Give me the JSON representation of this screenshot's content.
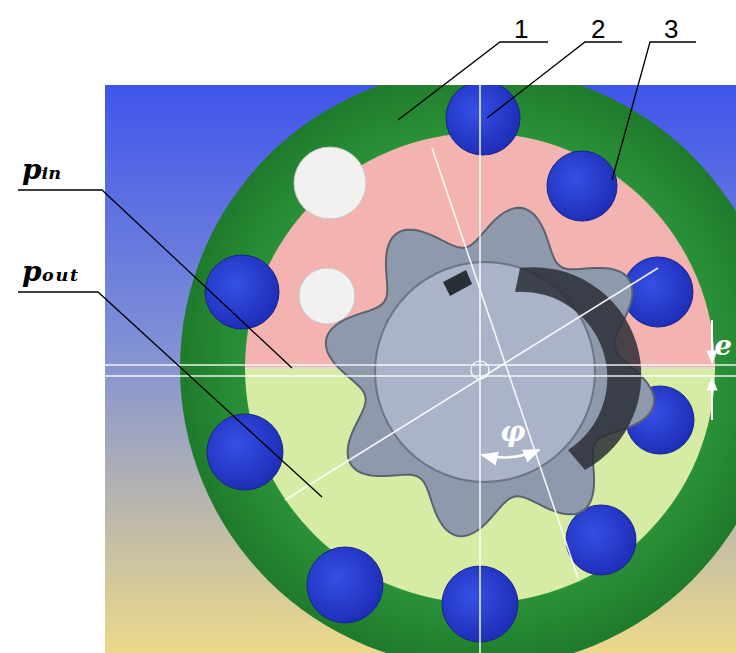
{
  "diagram": {
    "labels": [
      "1",
      "2",
      "3",
      "pᵢₙ",
      "pₒᵤₜ",
      "e",
      "φ"
    ]
  }
}
